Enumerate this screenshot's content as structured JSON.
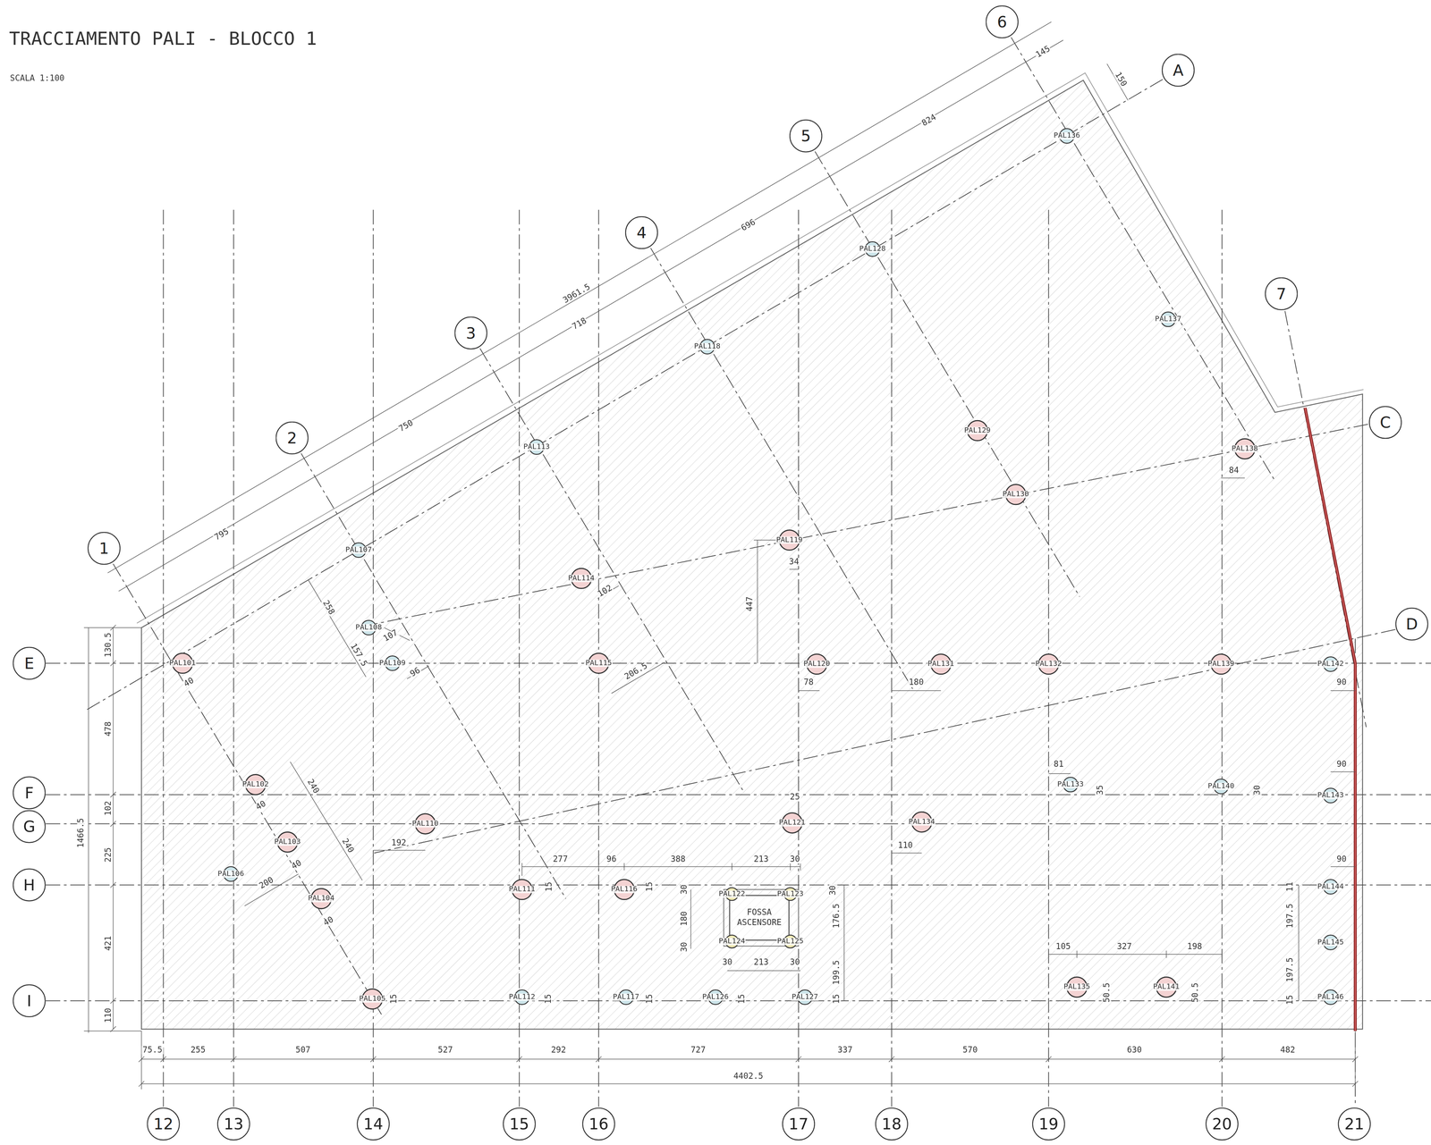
{
  "diagram": {
    "title": "TRACCIAMENTO PALI - BLOCCO 1",
    "nodes": [
      {
        "text": [
          "1"
        ]
      },
      {
        "text": [
          "2"
        ]
      },
      {
        "text": [
          "3"
        ]
      },
      {
        "text": [
          "4"
        ]
      },
      {
        "text": [
          "5"
        ]
      },
      {
        "text": [
          "6"
        ]
      },
      {
        "text": [
          "7"
        ]
      },
      {
        "text": [
          "A"
        ]
      },
      {
        "text": [
          "C"
        ]
      },
      {
        "text": [
          "D"
        ]
      },
      {
        "text": [
          "E"
        ]
      },
      {
        "text": [
          "F"
        ]
      },
      {
        "text": [
          "G"
        ]
      },
      {
        "text": [
          "H"
        ]
      },
      {
        "text": [
          "I"
        ]
      },
      {
        "text": [
          "12"
        ]
      },
      {
        "text": [
          "13"
        ]
      },
      {
        "text": [
          "14"
        ]
      },
      {
        "text": [
          "15"
        ]
      },
      {
        "text": [
          "16"
        ]
      },
      {
        "text": [
          "17"
        ]
      },
      {
        "text": [
          "18"
        ]
      },
      {
        "text": [
          "19"
        ]
      },
      {
        "text": [
          "20"
        ]
      },
      {
        "text": [
          "21"
        ]
      },
      {
        "text": [
          "FOSSA ASCENSORE"
        ]
      },
      {
        "text": [
          "PAL101"
        ]
      },
      {
        "text": [
          "PAL102"
        ]
      },
      {
        "text": [
          "PAL103"
        ]
      },
      {
        "text": [
          "PAL104"
        ]
      },
      {
        "text": [
          "PAL105"
        ]
      },
      {
        "text": [
          "PAL106"
        ]
      },
      {
        "text": [
          "PAL107"
        ]
      },
      {
        "text": [
          "PAL108"
        ]
      },
      {
        "text": [
          "PAL109"
        ]
      },
      {
        "text": [
          "PAL110"
        ]
      },
      {
        "text": [
          "PAL111"
        ]
      },
      {
        "text": [
          "PAL112"
        ]
      },
      {
        "text": [
          "PAL113"
        ]
      },
      {
        "text": [
          "PAL114"
        ]
      },
      {
        "text": [
          "PAL115"
        ]
      },
      {
        "text": [
          "PAL116"
        ]
      },
      {
        "text": [
          "PAL117"
        ]
      },
      {
        "text": [
          "PAL118"
        ]
      },
      {
        "text": [
          "PAL119"
        ]
      },
      {
        "text": [
          "PAL120"
        ]
      },
      {
        "text": [
          "PAL121"
        ]
      },
      {
        "text": [
          "PAL122"
        ]
      },
      {
        "text": [
          "PAL123"
        ]
      },
      {
        "text": [
          "PAL124"
        ]
      },
      {
        "text": [
          "PAL125"
        ]
      },
      {
        "text": [
          "PAL126"
        ]
      },
      {
        "text": [
          "PAL127"
        ]
      },
      {
        "text": [
          "PAL128"
        ]
      },
      {
        "text": [
          "PAL129"
        ]
      },
      {
        "text": [
          "PAL130"
        ]
      },
      {
        "text": [
          "PAL131"
        ]
      },
      {
        "text": [
          "PAL132"
        ]
      },
      {
        "text": [
          "PAL133"
        ]
      },
      {
        "text": [
          "PAL134"
        ]
      },
      {
        "text": [
          "PAL135"
        ]
      },
      {
        "text": [
          "PAL136"
        ]
      },
      {
        "text": [
          "PAL137"
        ]
      },
      {
        "text": [
          "PAL138"
        ]
      },
      {
        "text": [
          "PAL139"
        ]
      },
      {
        "text": [
          "PAL140"
        ]
      },
      {
        "text": [
          "PAL141"
        ]
      },
      {
        "text": [
          "PAL142"
        ]
      },
      {
        "text": [
          "PAL143"
        ]
      },
      {
        "text": [
          "PAL144"
        ]
      },
      {
        "text": [
          "PAL145"
        ]
      },
      {
        "text": [
          "PAL146"
        ]
      }
    ],
    "labels": [
      "SCALA 1:100",
      "3961.5",
      "795",
      "750",
      "718",
      "696",
      "824",
      "145",
      "150",
      "258",
      "157.5",
      "107",
      "96",
      "40",
      "40",
      "40",
      "40",
      "240",
      "240",
      "200",
      "192",
      "102",
      "206.5",
      "447",
      "34",
      "78",
      "180",
      "25",
      "81",
      "35",
      "30",
      "84",
      "90",
      "90",
      "90",
      "110",
      "277",
      "96",
      "388",
      "213",
      "30",
      "15",
      "15",
      "30",
      "180",
      "30",
      "30",
      "213",
      "30",
      "30",
      "176.5",
      "199.5",
      "15",
      "15",
      "15",
      "15",
      "15",
      "105",
      "327",
      "198",
      "50.5",
      "50.5",
      "11",
      "197.5",
      "197.5",
      "15",
      "75.5",
      "255",
      "507",
      "527",
      "292",
      "727",
      "337",
      "570",
      "630",
      "482",
      "4402.5",
      "130.5",
      "478",
      "102",
      "225",
      "421",
      "110",
      "1466.5"
    ]
  }
}
